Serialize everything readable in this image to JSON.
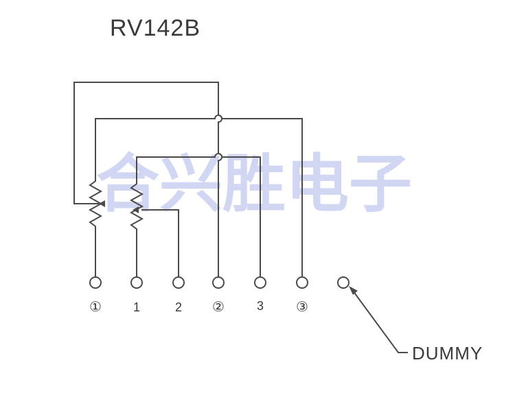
{
  "diagram": {
    "title": "RV142B",
    "watermark": "合兴胜电子",
    "pin_labels": [
      "①",
      "1",
      "2",
      "②",
      "3",
      "③"
    ],
    "dummy_label": "DUMMY"
  }
}
